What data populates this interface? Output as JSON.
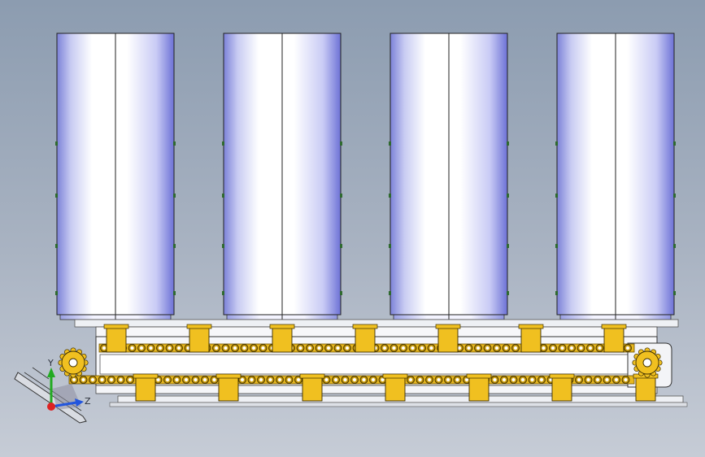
{
  "viewport": {
    "background_top": "#8c9cb0",
    "background_bottom": "#c6ccd6"
  },
  "model": {
    "container_count": 4,
    "chain_color": "#e8b81e",
    "bracket_color": "#f0c020",
    "container_highlight": "#ffffff",
    "container_shade": "#8a8fe0"
  },
  "triad": {
    "y_label": "Y",
    "z_label": "Z",
    "y_color": "#22aa22",
    "z_color": "#2255dd",
    "x_color": "#dd2222",
    "y_icon": "axis-y-arrow",
    "z_icon": "axis-z-arrow",
    "origin_icon": "axis-origin-dot"
  }
}
